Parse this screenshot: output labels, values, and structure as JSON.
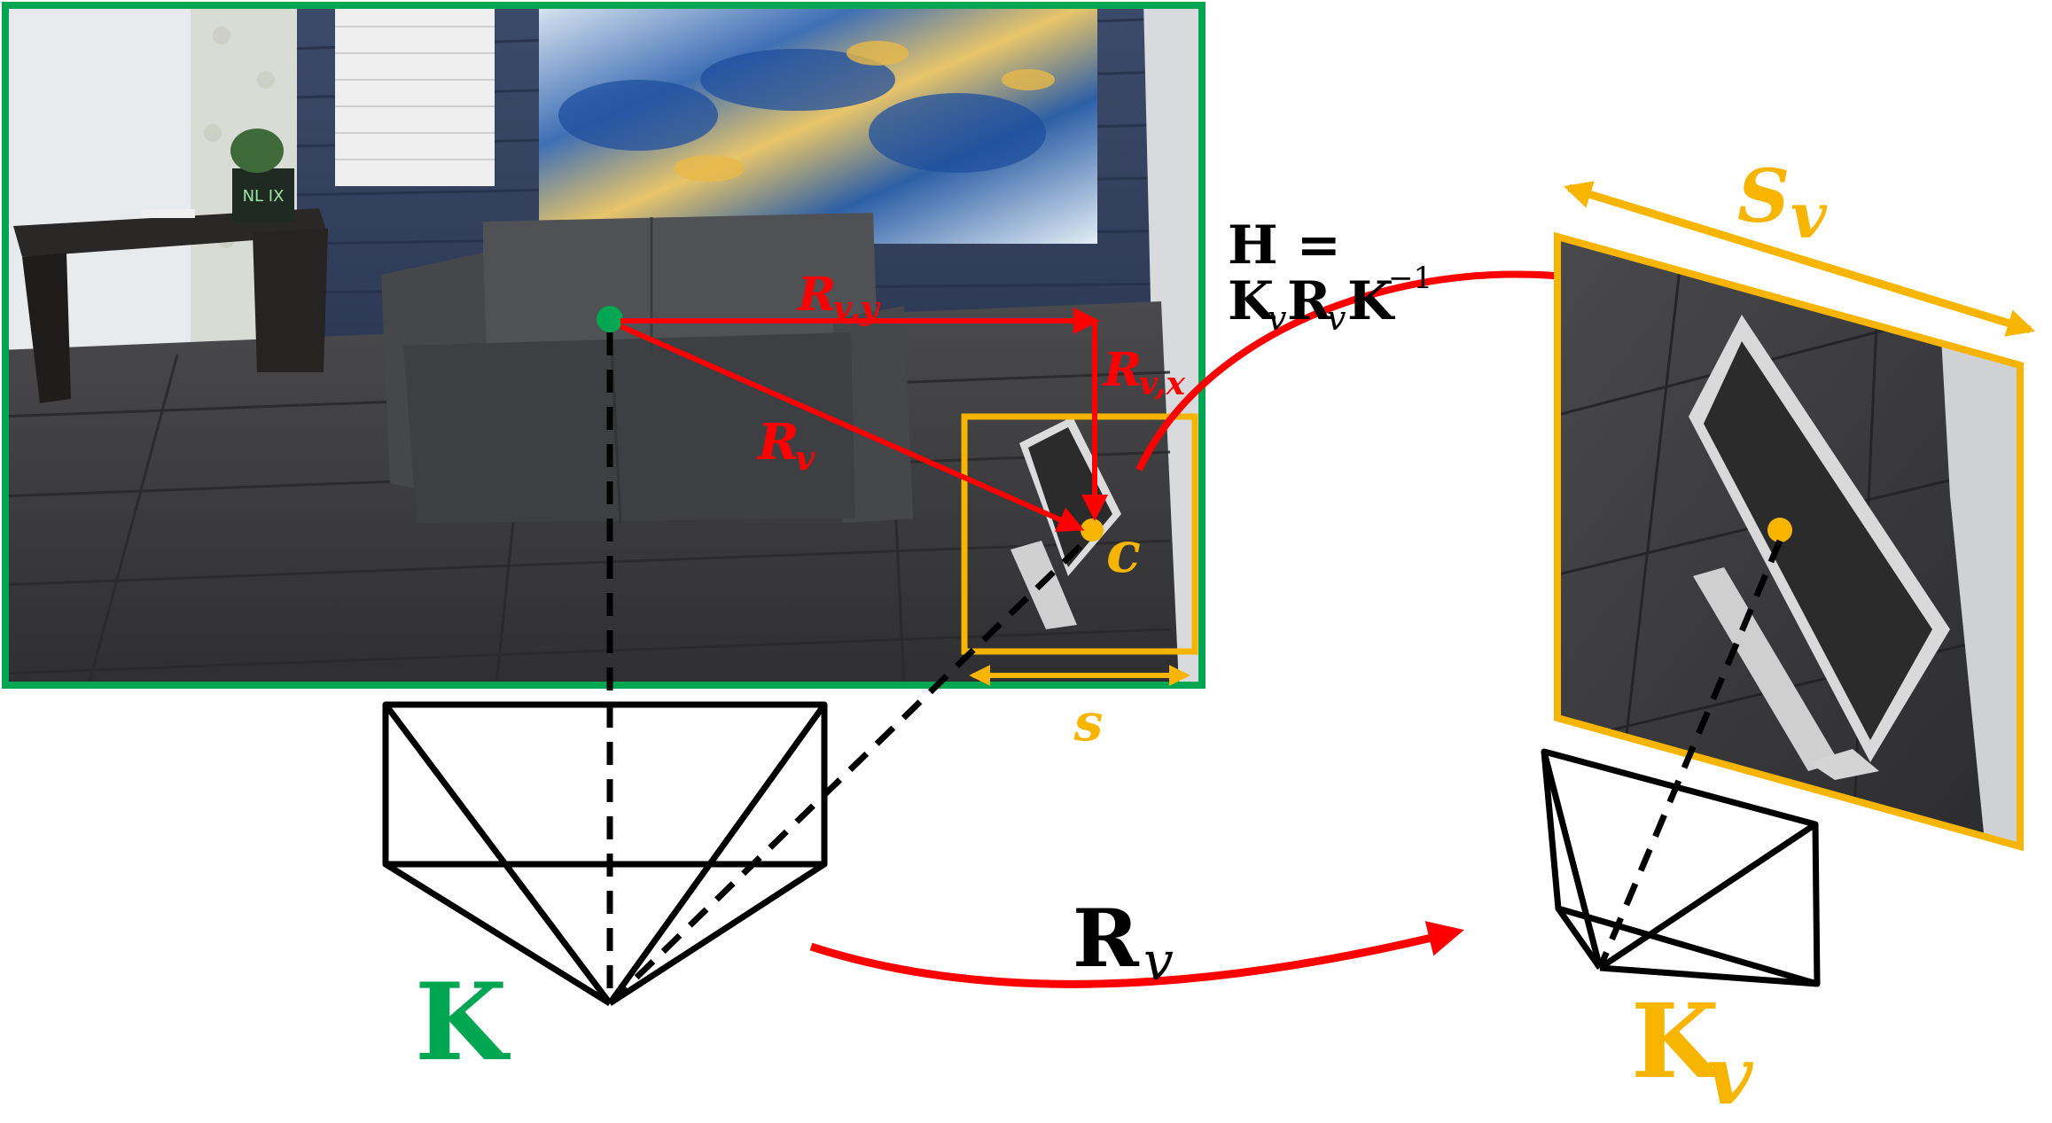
{
  "colors": {
    "green": "#00a651",
    "yellow": "#f7b500",
    "red": "#ff0000",
    "black": "#000000",
    "wall": "#34415e",
    "floor": "#3a3a3c",
    "sofa": "#4a4b4e",
    "desk": "#2e2c2b",
    "monitor_screen": "#2b2b2b",
    "monitor_frame": "#d8d8d8"
  },
  "labels": {
    "rvy_main": "R",
    "rvy_sub": "v,y",
    "rvx_main": "R",
    "rvx_sub": "v,x",
    "rv_main": "R",
    "rv_sub": "v",
    "c": "c",
    "s": "s",
    "sv_main": "S",
    "sv_sub": "v",
    "h_line1": "H =",
    "h_line2_k": "K",
    "h_line2_sub1": "v",
    "h_line2_r": "R",
    "h_line2_sub2": "v",
    "h_line2_kinv": "K",
    "h_line2_exp": "−1",
    "rotation_main": "R",
    "rotation_sub": "v",
    "k": "K",
    "kv_main": "K",
    "kv_sub": "v",
    "box_logo": "NL IX"
  },
  "icons": {
    "camera_k": "camera-frustum-icon",
    "camera_kv": "virtual-camera-frustum-icon"
  }
}
